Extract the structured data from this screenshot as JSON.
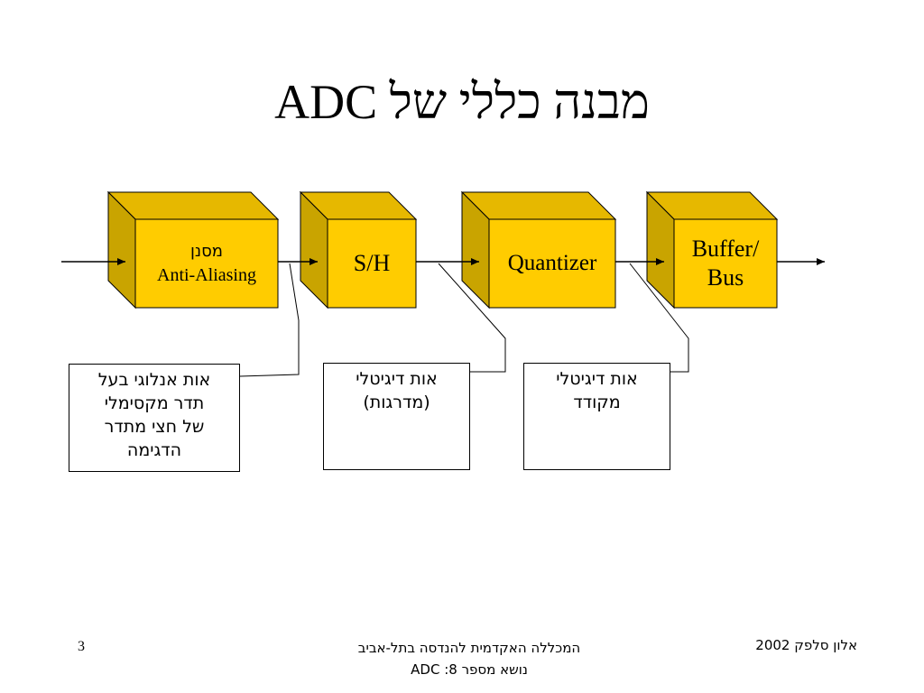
{
  "slide": {
    "title": "מבנה כללי של ADC",
    "blocks": [
      {
        "id": "filter",
        "lines": [
          "מסנן",
          "Anti-Aliasing"
        ]
      },
      {
        "id": "sample-hold",
        "lines": [
          "S/H"
        ]
      },
      {
        "id": "quantizer",
        "lines": [
          "Quantizer"
        ]
      },
      {
        "id": "buffer",
        "lines": [
          "Buffer/",
          "Bus"
        ]
      }
    ],
    "notes": [
      {
        "id": "analog",
        "lines": [
          "אות אנלוגי בעל",
          "תדר מקסימלי",
          "של חצי מתדר",
          "הדגימה"
        ]
      },
      {
        "id": "digital-steps",
        "lines": [
          "אות דיגיטלי",
          "(מדרגות)"
        ]
      },
      {
        "id": "digital-coded",
        "lines": [
          "אות דיגיטלי",
          "מקודד"
        ]
      }
    ],
    "colors": {
      "block_front": "#FFCC00",
      "block_side": "#C9A400",
      "block_top": "#E6B800",
      "stroke": "#000000"
    }
  },
  "footer": {
    "page_number": "3",
    "institution": "המכללה האקדמית להנדסה בתל-אביב",
    "topic": "נושא מספר 8: ADC",
    "author": "אלון סלפק 2002"
  }
}
